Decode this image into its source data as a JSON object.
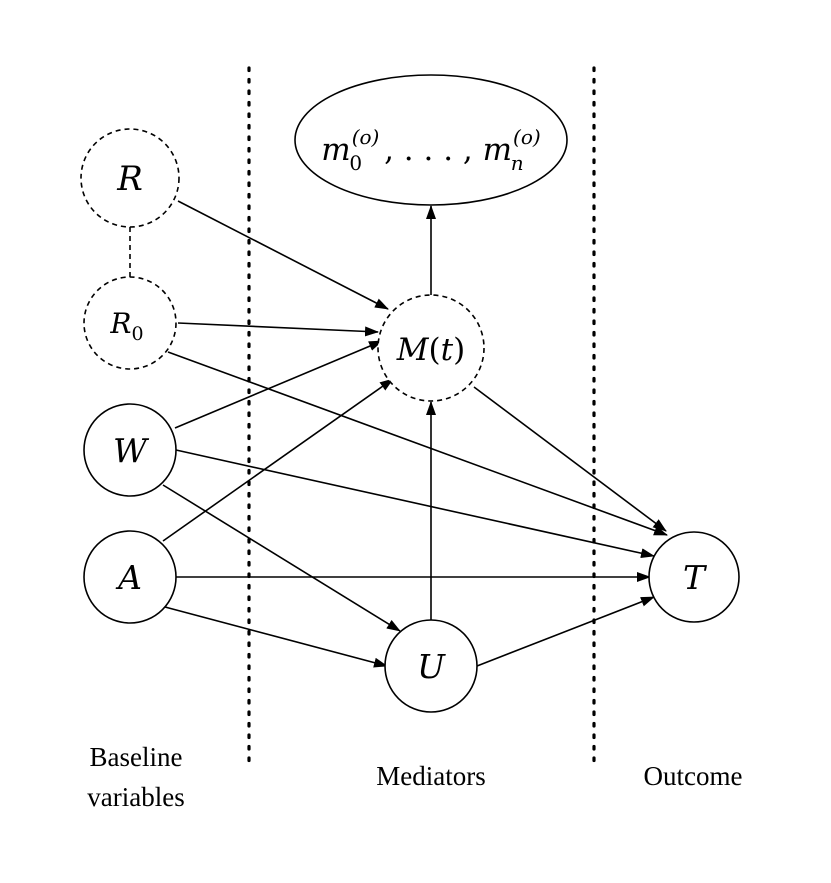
{
  "nodes": {
    "R": {
      "label": "R",
      "style": "dashed"
    },
    "R0": {
      "label": "R",
      "sub": "0",
      "style": "dashed"
    },
    "W": {
      "label": "W",
      "style": "solid"
    },
    "A": {
      "label": "A",
      "style": "solid"
    },
    "M": {
      "label": "M",
      "arg": "t",
      "style": "dashed"
    },
    "U": {
      "label": "U",
      "style": "solid"
    },
    "T": {
      "label": "T",
      "style": "solid"
    },
    "obs": {
      "first": "m",
      "first_sub": "0",
      "sup": "(o)",
      "ellipsis": ", . . . , ",
      "last": "m",
      "last_sub": "n",
      "style": "solid"
    }
  },
  "edges": [
    {
      "from": "R",
      "to": "M",
      "directed": true
    },
    {
      "from": "R0",
      "to": "M",
      "directed": true
    },
    {
      "from": "R0",
      "to": "T",
      "directed": true
    },
    {
      "from": "W",
      "to": "M",
      "directed": true
    },
    {
      "from": "W",
      "to": "T",
      "directed": true
    },
    {
      "from": "W",
      "to": "U",
      "directed": true
    },
    {
      "from": "A",
      "to": "M",
      "directed": true
    },
    {
      "from": "A",
      "to": "T",
      "directed": true
    },
    {
      "from": "A",
      "to": "U",
      "directed": true
    },
    {
      "from": "M",
      "to": "T",
      "directed": true
    },
    {
      "from": "M",
      "to": "obs",
      "directed": true
    },
    {
      "from": "U",
      "to": "M",
      "directed": true
    },
    {
      "from": "U",
      "to": "T",
      "directed": true
    },
    {
      "from": "R",
      "to": "R0",
      "directed": false,
      "style": "dashed"
    }
  ],
  "sections": {
    "baseline_line1": "Baseline",
    "baseline_line2": "variables",
    "mediators": "Mediators",
    "outcome": "Outcome"
  },
  "colors": {
    "stroke": "#000000",
    "background": "#ffffff"
  }
}
